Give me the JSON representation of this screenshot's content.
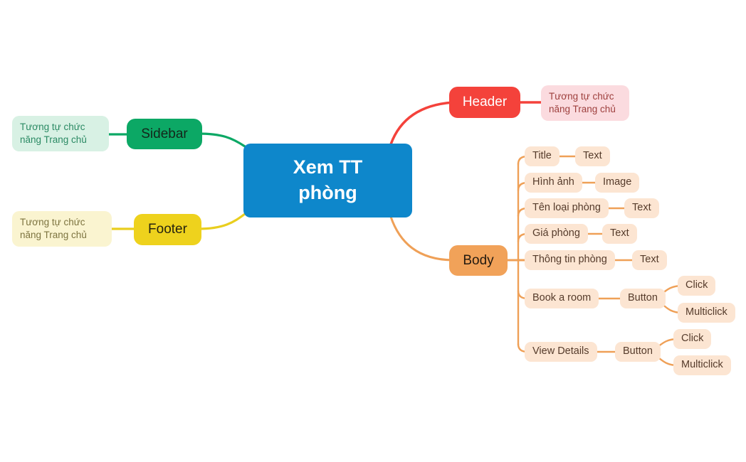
{
  "colors": {
    "root_bg": "#0e87cb",
    "sidebar_bg": "#0ca865",
    "sidebar_note_bg": "#d8f1e4",
    "footer_bg": "#eed21d",
    "footer_note_bg": "#faf4d0",
    "header_bg": "#f4423b",
    "header_note_bg": "#fbdbdf",
    "body_bg": "#f1a259",
    "leaf_bg": "#fce5d2",
    "connector_orange": "#efa057"
  },
  "mindmap": {
    "root": {
      "line1": "Xem TT",
      "line2": "phòng"
    },
    "sidebar": {
      "label": "Sidebar",
      "note": "Tương tự chức năng Trang chủ"
    },
    "footer": {
      "label": "Footer",
      "note": "Tương tự chức năng Trang chủ"
    },
    "header": {
      "label": "Header",
      "note": "Tương tự chức năng Trang chủ"
    },
    "body": {
      "label": "Body",
      "children": [
        {
          "label": "Title",
          "value": "Text"
        },
        {
          "label": "Hình ảnh",
          "value": "Image"
        },
        {
          "label": "Tên loại phòng",
          "value": "Text"
        },
        {
          "label": "Giá phòng",
          "value": "Text"
        },
        {
          "label": "Thông tin phòng",
          "value": "Text"
        },
        {
          "label": "Book a room",
          "value": "Button",
          "actions": [
            "Click",
            "Multiclick"
          ]
        },
        {
          "label": "View Details",
          "value": "Button",
          "actions": [
            "Click",
            "Multiclick"
          ]
        }
      ]
    }
  }
}
